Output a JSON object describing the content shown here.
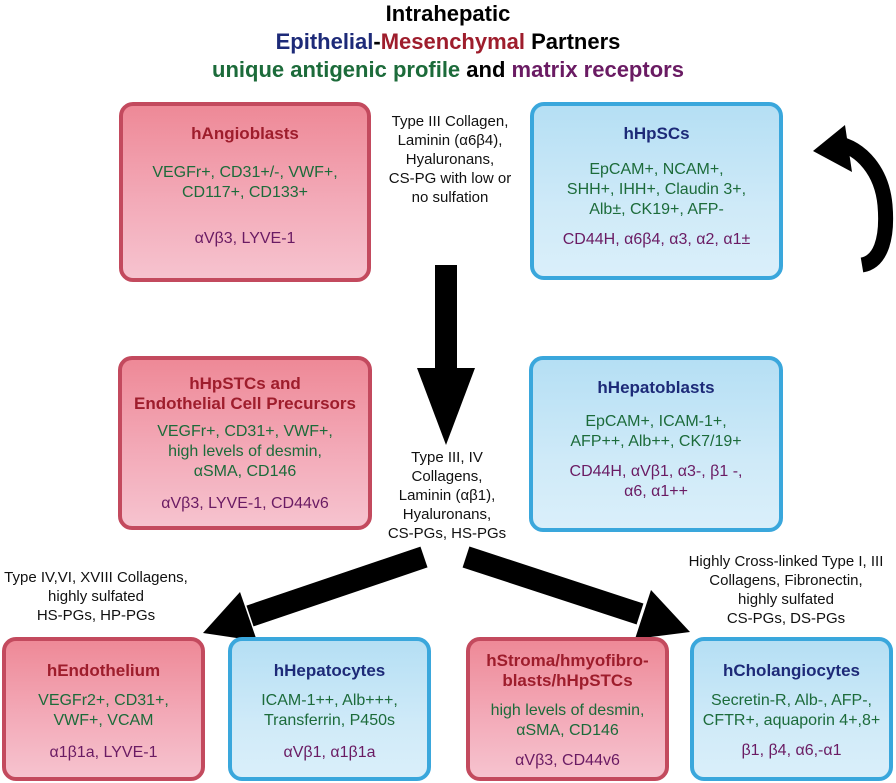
{
  "title": {
    "line1": "Intrahepatic",
    "line2_part1": "Epithelial",
    "line2_sep": "-",
    "line2_part2": "Mesenchymal",
    "line2_part3": " Partners",
    "line3_part1": "unique antigenic profile",
    "line3_part2": " and ",
    "line3_part3": "matrix receptors"
  },
  "colors": {
    "epithelial_blue": "#1d2a78",
    "mesenchymal_red": "#9e1d2c",
    "antigen_green": "#1c6b3a",
    "receptor_purple": "#6a1b63",
    "mesenchymal_box_border": "#c34a5e",
    "epithelial_box_border": "#3aa7dc"
  },
  "boxes": {
    "angioblasts": {
      "title": "hAngioblasts",
      "markers": [
        "VEGFr+, CD31+/-, VWF+,",
        "CD117+, CD133+"
      ],
      "receptors": "αVβ3, LYVE-1"
    },
    "hpscs": {
      "title": "hHpSCs",
      "markers": [
        "EpCAM+, NCAM+,",
        "SHH+, IHH+, Claudin 3+,",
        "Alb±, CK19+, AFP-"
      ],
      "receptors": "CD44H, α6β4, α3, α2, α1±"
    },
    "hpstcs": {
      "title": [
        "hHpSTCs and",
        "Endothelial Cell Precursors"
      ],
      "markers": [
        "VEGFr+, CD31+, VWF+,",
        "high levels of desmin,",
        "αSMA, CD146"
      ],
      "receptors": "αVβ3, LYVE-1, CD44v6"
    },
    "hepatoblasts": {
      "title": "hHepatoblasts",
      "markers": [
        "EpCAM+, ICAM-1+,",
        "AFP++, Alb++, CK7/19+"
      ],
      "receptors": [
        "CD44H, αVβ1, α3-, β1 -,",
        "α6, α1++"
      ]
    },
    "endothelium": {
      "title": "hEndothelium",
      "markers": [
        "VEGFr2+, CD31+,",
        "VWF+, VCAM"
      ],
      "receptors": "α1β1a, LYVE-1"
    },
    "hepatocytes": {
      "title": "hHepatocytes",
      "markers": [
        "ICAM-1++, Alb+++,",
        "Transferrin, P450s"
      ],
      "receptors": "αVβ1, α1β1a"
    },
    "stroma": {
      "title": [
        "hStroma/hmyofibro-",
        "blasts/hHpSTCs"
      ],
      "markers": [
        "high levels of desmin,",
        "αSMA, CD146"
      ],
      "receptors": "αVβ3, CD44v6"
    },
    "cholangiocytes": {
      "title": "hCholangiocytes",
      "markers": [
        "Secretin-R, Alb-, AFP-,",
        "CFTR+, aquaporin 4+,8+"
      ],
      "receptors": "β1, β4, α6,-α1"
    }
  },
  "matrix": {
    "top": [
      "Type III Collagen,",
      "Laminin (α6β4),",
      "Hyaluronans,",
      "CS-PG with low or",
      "no sulfation"
    ],
    "middle": [
      "Type III, IV",
      "Collagens,",
      "Laminin (αβ1),",
      "Hyaluronans,",
      "CS-PGs, HS-PGs"
    ],
    "left": [
      "Type IV,VI, XVIII Collagens,",
      "highly sulfated",
      "HS-PGs, HP-PGs"
    ],
    "right": [
      "Highly Cross-linked Type I, III",
      "Collagens, Fibronectin,",
      "highly sulfated",
      "CS-PGs, DS-PGs"
    ]
  },
  "arrows": [
    "self-renewal-arrow",
    "down-arrow",
    "left-diagonal-arrow",
    "right-diagonal-arrow"
  ]
}
